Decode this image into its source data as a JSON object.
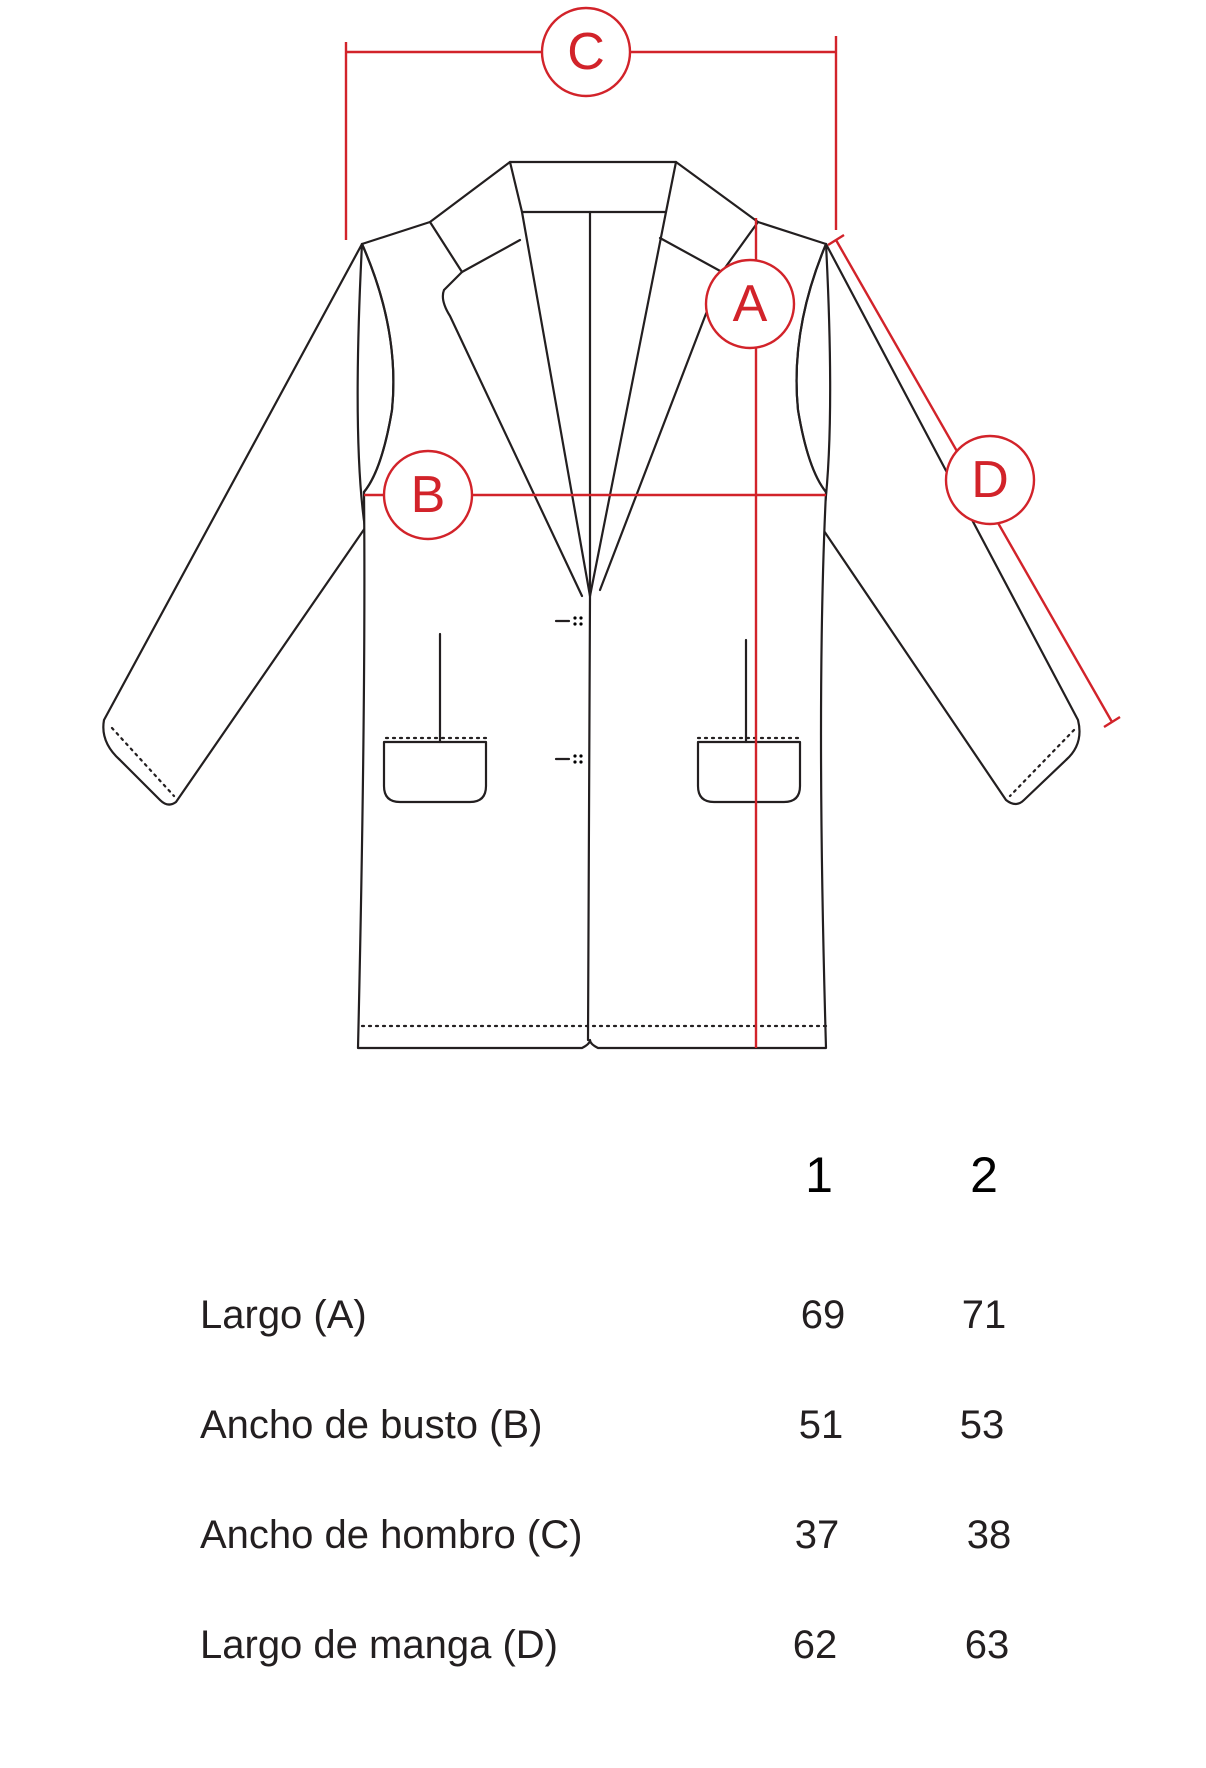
{
  "labels": {
    "A": "A",
    "B": "B",
    "C": "C",
    "D": "D"
  },
  "colors": {
    "measurement_line": "#d2232a",
    "garment_line": "#231f20"
  },
  "table": {
    "sizes": [
      "1",
      "2"
    ],
    "rows": [
      {
        "label": "Largo (A)",
        "values": [
          "69",
          "71"
        ]
      },
      {
        "label": "Ancho de busto (B)",
        "values": [
          "51",
          "53"
        ]
      },
      {
        "label": "Ancho de hombro (C)",
        "values": [
          "37",
          "38"
        ]
      },
      {
        "label": "Largo de manga (D)",
        "values": [
          "62",
          "63"
        ]
      }
    ]
  }
}
